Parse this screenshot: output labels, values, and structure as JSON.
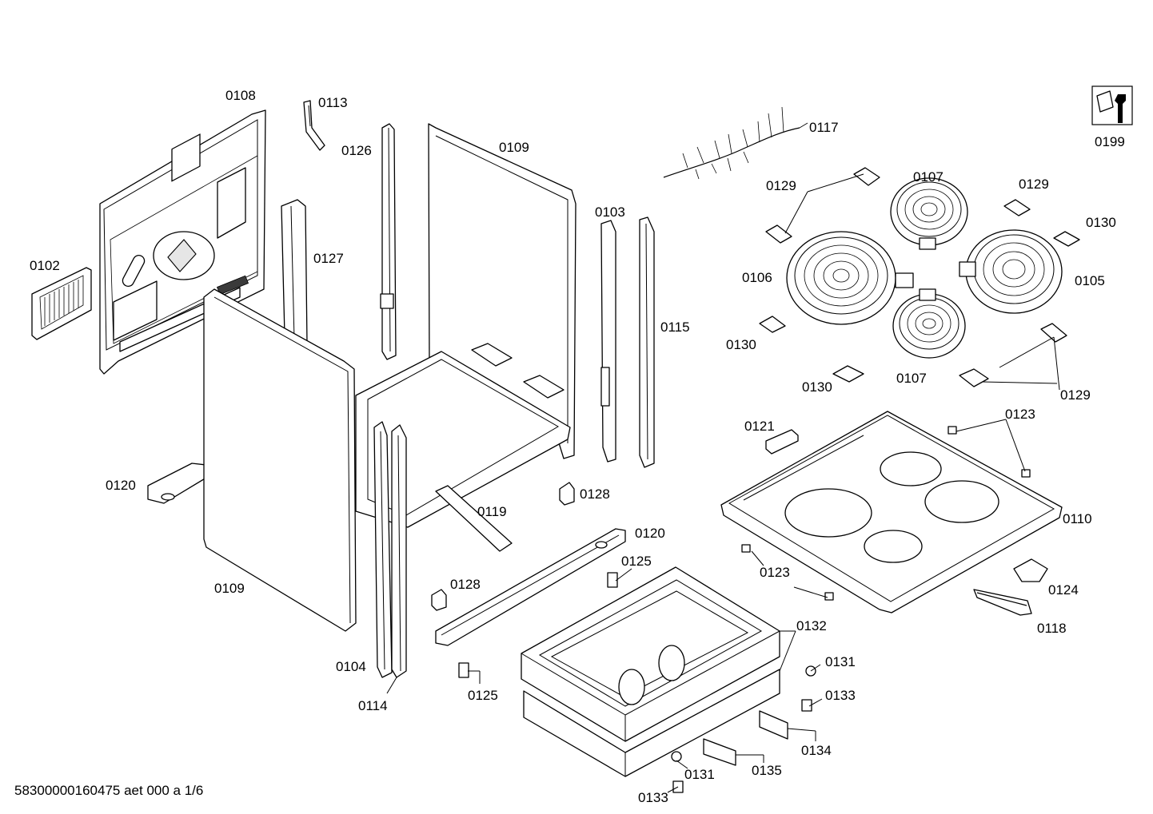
{
  "document_id": "58300000160475 aet 000 a 1/6",
  "service_tool_icon": "wrench-nut-icon",
  "callouts": [
    "0108",
    "0113",
    "0126",
    "0109",
    "0117",
    "0199",
    "0102",
    "0127",
    "0103",
    "0107",
    "0129",
    "0129",
    "0130",
    "0106",
    "0105",
    "0115",
    "0130",
    "0130",
    "0107",
    "0129",
    "0121",
    "0123",
    "0120",
    "0128",
    "0119",
    "0120",
    "0110",
    "0125",
    "0128",
    "0109",
    "0123",
    "0124",
    "0118",
    "0132",
    "0131",
    "0104",
    "0133",
    "0125",
    "0114",
    "0134",
    "0135",
    "0131",
    "0133"
  ]
}
